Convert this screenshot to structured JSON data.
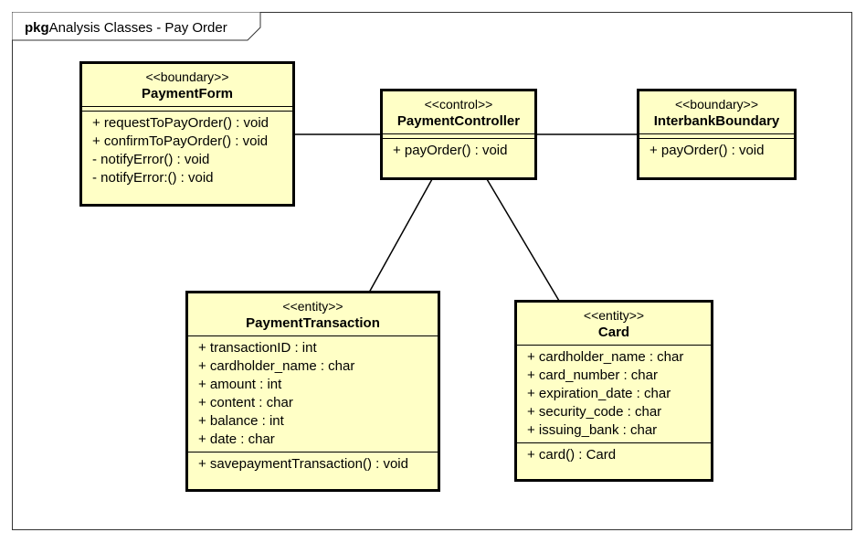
{
  "package": {
    "keyword": "pkg",
    "name": "Analysis Classes - Pay Order"
  },
  "colors": {
    "class_fill": "#ffffc6",
    "border": "#000000",
    "frame": "#333333"
  },
  "classes": {
    "payment_form": {
      "stereotype": "<<boundary>>",
      "name": "PaymentForm",
      "attributes": [],
      "operations": [
        "+ requestToPayOrder() : void",
        "+ confirmToPayOrder() : void",
        "- notifyError() : void",
        "- notifyError:() : void"
      ]
    },
    "payment_controller": {
      "stereotype": "<<control>>",
      "name": "PaymentController",
      "attributes": [],
      "operations": [
        "+ payOrder() : void"
      ]
    },
    "interbank_boundary": {
      "stereotype": "<<boundary>>",
      "name": "InterbankBoundary",
      "attributes": [],
      "operations": [
        "+ payOrder() : void"
      ]
    },
    "payment_transaction": {
      "stereotype": "<<entity>>",
      "name": "PaymentTransaction",
      "attributes": [
        "+ transactionID : int",
        "+ cardholder_name : char",
        "+ amount : int",
        "+ content : char",
        "+ balance : int",
        "+ date : char"
      ],
      "operations": [
        "+ savepaymentTransaction() : void"
      ]
    },
    "card": {
      "stereotype": "<<entity>>",
      "name": "Card",
      "attributes": [
        "+ cardholder_name : char",
        "+ card_number : char",
        "+ expiration_date : char",
        "+ security_code : char",
        "+ issuing_bank : char"
      ],
      "operations": [
        "+ card() : Card"
      ]
    }
  }
}
